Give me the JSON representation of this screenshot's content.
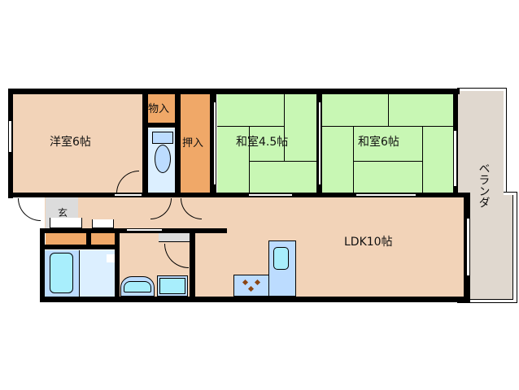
{
  "floor_plan": {
    "rooms": [
      {
        "id": "western-room",
        "label": "洋室6帖",
        "type": "western",
        "color": "#f2d3b8"
      },
      {
        "id": "storage-closet",
        "label": "物入",
        "type": "storage",
        "color": "#f0a868"
      },
      {
        "id": "oshiire",
        "label": "押入",
        "type": "storage",
        "color": "#f0a868"
      },
      {
        "id": "japanese-room-4-5",
        "label": "和室4.5帖",
        "type": "tatami",
        "color": "#c8f7b4"
      },
      {
        "id": "japanese-room-6",
        "label": "和室6帖",
        "type": "tatami",
        "color": "#c8f7b4"
      },
      {
        "id": "ldk",
        "label": "LDK10帖",
        "type": "living-dining-kitchen",
        "color": "#f2d3b8"
      },
      {
        "id": "balcony",
        "label": "ベランダ",
        "type": "balcony",
        "color": "#e0d8cf"
      },
      {
        "id": "entrance",
        "label": "玄",
        "type": "entrance",
        "color": "#dcdcdc"
      },
      {
        "id": "toilet",
        "label": "",
        "type": "toilet",
        "color": "#dcefff"
      },
      {
        "id": "bathroom",
        "label": "",
        "type": "bath",
        "color": "#dcefff"
      },
      {
        "id": "washroom",
        "label": "",
        "type": "washroom",
        "color": "#f2d3b8"
      }
    ],
    "colors": {
      "wall": "#000000",
      "flooring": "#f2d3b8",
      "tatami": "#c8f7b4",
      "storage": "#f0a868",
      "wet_area": "#dcefff",
      "fixture": "#a8eefc",
      "fixture_base": "#bcdcff",
      "balcony": "#e0d8cf",
      "entrance": "#dcdcdc",
      "stove_burner": "#8b4513"
    }
  }
}
